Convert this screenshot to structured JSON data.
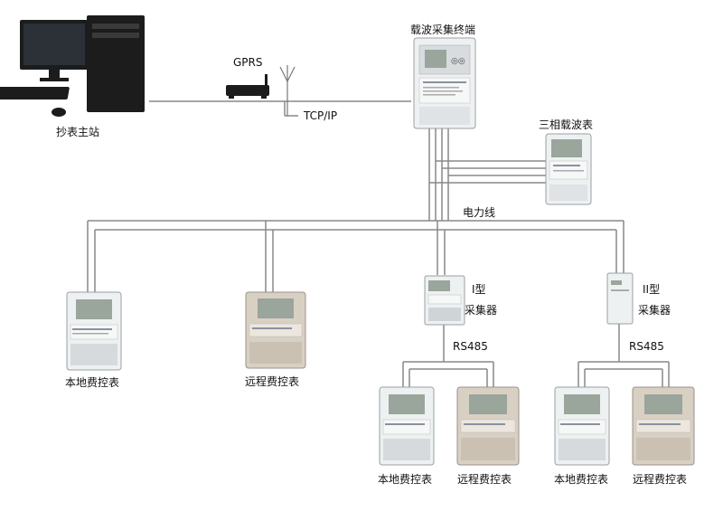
{
  "labels": {
    "master_station": "抄表主站",
    "gprs": "GPRS",
    "tcpip": "TCP/IP",
    "terminal": "载波采集终端",
    "three_phase": "三相载波表",
    "power_line": "电力线",
    "type1_top": "I型",
    "type1_bottom": "采集器",
    "type2_top": "II型",
    "type2_bottom": "采集器",
    "rs485_left": "RS485",
    "rs485_right": "RS485",
    "local_meter_1": "本地费控表",
    "remote_meter_1": "远程费控表",
    "local_meter_2": "本地费控表",
    "remote_meter_2": "远程费控表",
    "local_meter_3": "本地费控表",
    "remote_meter_3": "远程费控表"
  },
  "device_texts": {
    "terminal_screen_marks": "◎◎"
  },
  "colors": {
    "line": "#888888",
    "device_body": "#e8ecee",
    "device_body_dark": "#c9cfd3",
    "screen": "#9aa59b",
    "remote_body": "#d9d0c4",
    "computer": "#1c1c1c"
  }
}
